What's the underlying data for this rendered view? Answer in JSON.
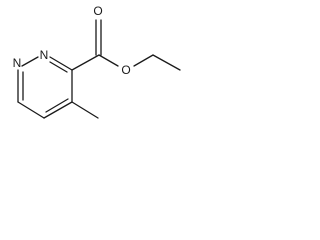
{
  "structure": {
    "atoms": {
      "n1": "N",
      "n2": "N",
      "o_carbonyl": "O",
      "o_ester": "O"
    },
    "colors": {
      "bond": "#1a1a1a",
      "label": "#1a1a1a",
      "background": "#ffffff"
    }
  }
}
